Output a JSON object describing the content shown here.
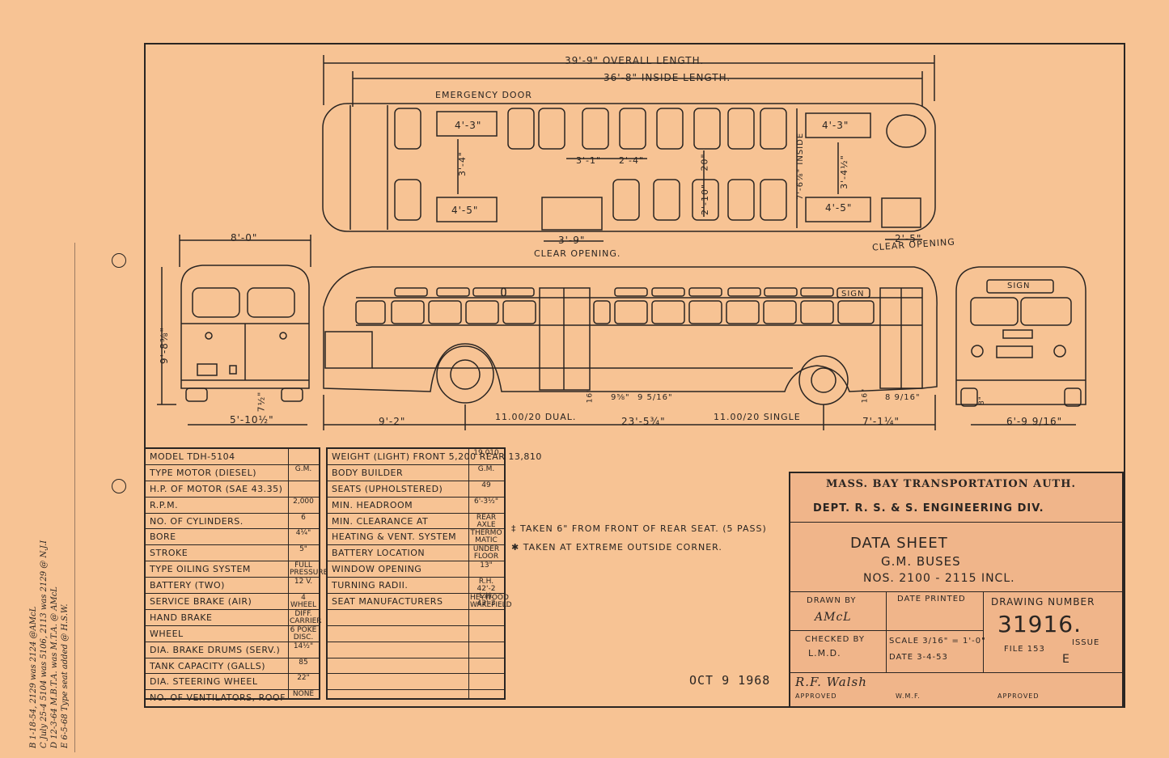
{
  "revisions": [
    "B 1-18-54, 2129 was 2124 @AMcL",
    "C July 25-4 5104 was 5106, 2113 was 2129 @ N.J.I",
    "D 12-3-64 M.B.T.A. was M.T.A. @ AMcL",
    "E 6-5-68 Type seat added @ H.S.W."
  ],
  "dimensions": {
    "overall_length": "39'-9\" OVERALL LENGTH.",
    "inside_length": "36'-8\" INSIDE LENGTH.",
    "emergency_door": "EMERGENCY DOOR",
    "seat_rear_left": "4'-3\"",
    "seat_rear_right": "4'-5\"",
    "aisle_rear": "3'-4\"",
    "seat_pitch_a": "3'-1\"",
    "seat_pitch_b": "2'-4\"",
    "aisle_mid": "20\"",
    "seat_mid": "2'-10\"",
    "inside_width": "7'-6⅞\" INSIDE",
    "aisle_front": "3'-4½\"",
    "seat_front_top": "4'-3\"",
    "seat_front_bottom": "4'-5\"",
    "rear_door_width": "3'-9\"",
    "rear_door_label": "CLEAR OPENING.",
    "front_door_width": "2'-5\"",
    "front_door_label": "CLEAR OPENING",
    "width": "8'-0\"",
    "height": "9'-8⅜\"",
    "rear_ground": "7½\"",
    "rear_track": "5'-10½\"",
    "rear_overhang": "9'-2\"",
    "tire_rear": "11.00/20 DUAL.",
    "wheelbase": "23'-5¾\"",
    "tire_front": "11.00/20 SINGLE",
    "front_overhang": "7'-1¼\"",
    "step_a": "16\"",
    "step_b": "9⅝\"",
    "step_c": "9 5/16\"",
    "step_d": "16\"",
    "step_e": "8 9/16\"",
    "front_ground": "8\"",
    "front_track": "6'-9 9/16\"",
    "sign_side": "SIGN",
    "sign_front": "SIGN"
  },
  "spec_left": [
    {
      "k": "MODEL   TDH-5104",
      "v": ""
    },
    {
      "k": "TYPE MOTOR (DIESEL)",
      "v": "G.M."
    },
    {
      "k": "H.P. OF MOTOR (SAE 43.35)",
      "v": ""
    },
    {
      "k": "R.P.M.",
      "v": "2,000"
    },
    {
      "k": "NO. OF CYLINDERS.",
      "v": "6"
    },
    {
      "k": "BORE",
      "v": "4¼\""
    },
    {
      "k": "STROKE",
      "v": "5\""
    },
    {
      "k": "TYPE OILING SYSTEM",
      "v": "FULL PRESSURE"
    },
    {
      "k": "BATTERY (TWO)",
      "v": "12 V."
    },
    {
      "k": "SERVICE BRAKE (AIR)",
      "v": "4 WHEEL"
    },
    {
      "k": "HAND BRAKE",
      "v": "DIFF. CARRIER"
    },
    {
      "k": "WHEEL",
      "v": "6 POKE DISC."
    },
    {
      "k": "DIA. BRAKE DRUMS (SERV.)",
      "v": "14½\""
    },
    {
      "k": "TANK CAPACITY (GALLS)",
      "v": "85"
    },
    {
      "k": "DIA. STEERING WHEEL",
      "v": "22\""
    },
    {
      "k": "NO. OF VENTILATORS, ROOF",
      "v": "NONE"
    }
  ],
  "spec_right": [
    {
      "k": "WEIGHT (LIGHT) FRONT 5,200 REAR 13,810",
      "v": "19,010"
    },
    {
      "k": "BODY BUILDER",
      "v": "G.M."
    },
    {
      "k": "SEATS (UPHOLSTERED)",
      "v": "49"
    },
    {
      "k": "MIN. HEADROOM",
      "v": "6'-3½\""
    },
    {
      "k": "MIN. CLEARANCE AT",
      "v": "REAR AXLE"
    },
    {
      "k": "HEATING & VENT. SYSTEM",
      "v": "THERMO MATIC"
    },
    {
      "k": "BATTERY LOCATION",
      "v": "UNDER FLOOR"
    },
    {
      "k": "WINDOW OPENING",
      "v": "13\""
    },
    {
      "k": "TURNING RADII.",
      "v": "R.H. 42'-2 L.H. 43'-3"
    },
    {
      "k": "SEAT MANUFACTURERS",
      "v": "HEYWOOD WAKEFIELD"
    },
    {
      "k": "",
      "v": ""
    },
    {
      "k": "",
      "v": ""
    },
    {
      "k": "",
      "v": ""
    },
    {
      "k": "",
      "v": ""
    },
    {
      "k": "",
      "v": ""
    },
    {
      "k": "",
      "v": ""
    }
  ],
  "notes": {
    "note1": "‡ TAKEN 6\" FROM FRONT OF REAR SEAT. (5 PASS)",
    "note2": "✱ TAKEN AT EXTREME OUTSIDE CORNER."
  },
  "date_stamp": "OCT 9  1968",
  "title_block": {
    "authority": "MASS. BAY TRANSPORTATION AUTH.",
    "department": "DEPT. R. S. & S.     ENGINEERING DIV.",
    "title": "DATA SHEET",
    "subtitle": "G.M. BUSES",
    "numbers": "NOS. 2100 - 2115 INCL.",
    "drawn_by_label": "DRAWN BY",
    "drawn_by": "AMcL",
    "date_printed_label": "DATE PRINTED",
    "drawing_number_label": "DRAWING NUMBER",
    "drawing_number": "31916.",
    "checked_by_label": "CHECKED BY",
    "checked_by": "L.M.D.",
    "scale": "SCALE 3/16\" = 1'-0\"",
    "date": "DATE 3-4-53",
    "file": "FILE 153",
    "issue_label": "ISSUE",
    "issue": "E",
    "signature": "R.F. Walsh",
    "approved_label": "APPROVED",
    "approved_label_2": "APPROVED",
    "initials": "W.M.F."
  }
}
